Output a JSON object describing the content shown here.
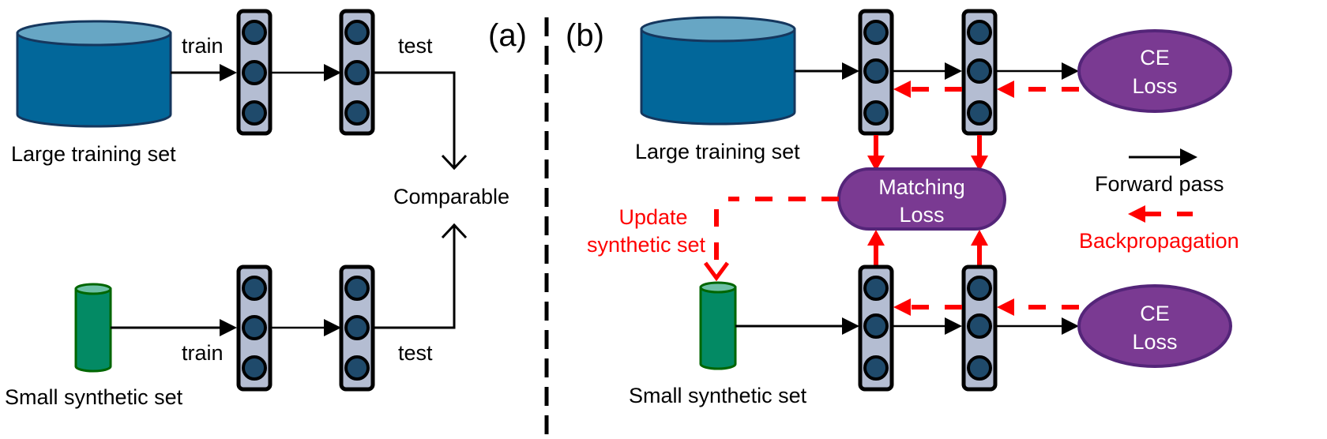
{
  "colors": {
    "large_set_body": "#02679A",
    "large_set_top": "#67A6C4",
    "large_set_stroke": "#15375E",
    "small_set_body": "#038A64",
    "small_set_top": "#6DC0A6",
    "small_set_stroke": "#006600",
    "net_fill": "#B4BDD2",
    "neuron_fill": "#1F4A6B",
    "loss_fill": "#7A3A92",
    "loss_stroke": "#542579",
    "forward": "#000000",
    "backprop": "#FF0000"
  },
  "panel_a": {
    "label": "(a)",
    "large_set_label": "Large training set",
    "small_set_label": "Small synthetic set",
    "train_top": "train",
    "train_bottom": "train",
    "test_top": "test",
    "test_bottom": "test",
    "comparable": "Comparable"
  },
  "panel_b": {
    "label": "(b)",
    "large_set_label": "Large training set",
    "small_set_label": "Small synthetic set",
    "ce_loss_top": [
      "CE",
      "Loss"
    ],
    "ce_loss_bottom": [
      "CE",
      "Loss"
    ],
    "matching_loss": [
      "Matching",
      "Loss"
    ],
    "update_label": [
      "Update",
      "synthetic set"
    ]
  },
  "legend": {
    "forward_label": "Forward pass",
    "backprop_label": "Backpropagation"
  }
}
